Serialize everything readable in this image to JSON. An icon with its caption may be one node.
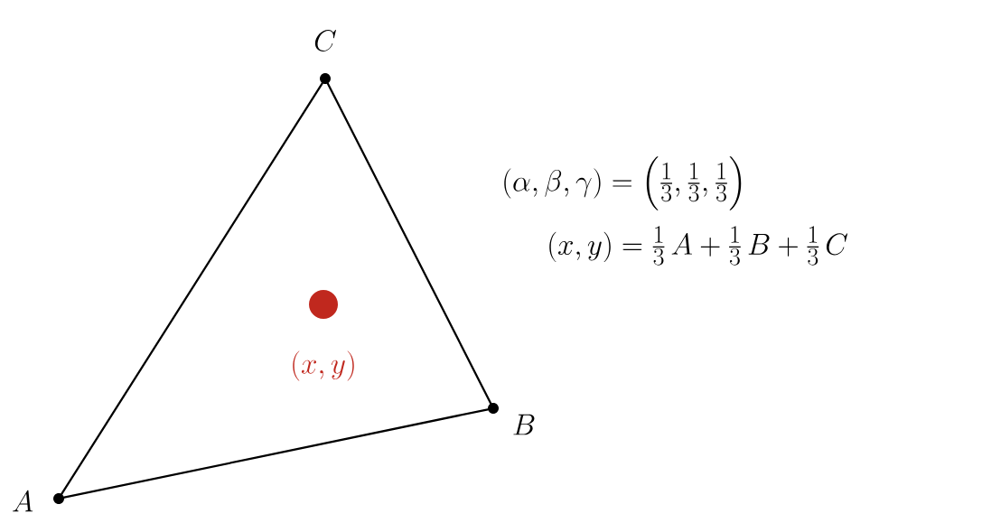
{
  "diagram": {
    "nodes": [
      {
        "text": [
          "A"
        ]
      },
      {
        "text": [
          "B"
        ]
      },
      {
        "text": [
          "C"
        ]
      },
      {
        "text": [
          "(x,y)"
        ]
      }
    ],
    "edges": [
      {
        "from": 0,
        "to": 1,
        "arrow": "none"
      },
      {
        "from": 1,
        "to": 2,
        "arrow": "none"
      },
      {
        "from": 2,
        "to": 0,
        "arrow": "none"
      }
    ],
    "labels": [
      "(\\alpha,\\beta,\\gamma) = \\left(\\tfrac{1}{3},\\tfrac{1}{3},\\tfrac{1}{3}\\right)",
      "(x,y) = \\tfrac{1}{3}\\,A + \\tfrac{1}{3}\\,B + \\tfrac{1}{3}\\,C"
    ]
  }
}
